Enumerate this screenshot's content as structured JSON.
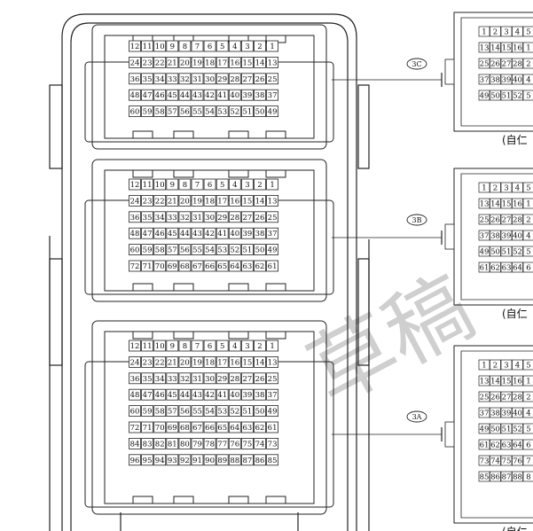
{
  "watermark": "草稿",
  "connectors": [
    {
      "label": "3C",
      "rows": [
        [
          "12",
          "11",
          "10",
          "9",
          "8",
          "7",
          "6",
          "5",
          "4",
          "3",
          "2",
          "1"
        ],
        [
          "24",
          "23",
          "22",
          "21",
          "20",
          "19",
          "18",
          "17",
          "16",
          "15",
          "14",
          "13"
        ],
        [
          "36",
          "35",
          "34",
          "33",
          "32",
          "31",
          "30",
          "29",
          "28",
          "27",
          "26",
          "25"
        ],
        [
          "48",
          "47",
          "46",
          "45",
          "44",
          "43",
          "42",
          "41",
          "40",
          "39",
          "38",
          "37"
        ],
        [
          "60",
          "59",
          "58",
          "57",
          "56",
          "55",
          "54",
          "53",
          "52",
          "51",
          "50",
          "49"
        ]
      ],
      "side_rows": [
        [
          "1",
          "2",
          "3",
          "4",
          "5"
        ],
        [
          "13",
          "14",
          "15",
          "16",
          "1"
        ],
        [
          "25",
          "26",
          "27",
          "28",
          "2"
        ],
        [
          "37",
          "38",
          "39",
          "40",
          "4"
        ],
        [
          "49",
          "50",
          "51",
          "52",
          "5"
        ]
      ],
      "side_note": "(自仁"
    },
    {
      "label": "3B",
      "rows": [
        [
          "12",
          "11",
          "10",
          "9",
          "8",
          "7",
          "6",
          "5",
          "4",
          "3",
          "2",
          "1"
        ],
        [
          "24",
          "23",
          "22",
          "21",
          "20",
          "19",
          "18",
          "17",
          "16",
          "15",
          "14",
          "13"
        ],
        [
          "36",
          "35",
          "34",
          "33",
          "32",
          "31",
          "30",
          "29",
          "28",
          "27",
          "26",
          "25"
        ],
        [
          "48",
          "47",
          "46",
          "45",
          "44",
          "43",
          "42",
          "41",
          "40",
          "39",
          "38",
          "37"
        ],
        [
          "60",
          "59",
          "58",
          "57",
          "56",
          "55",
          "54",
          "53",
          "52",
          "51",
          "50",
          "49"
        ],
        [
          "72",
          "71",
          "70",
          "69",
          "68",
          "67",
          "66",
          "65",
          "64",
          "63",
          "62",
          "61"
        ]
      ],
      "side_rows": [
        [
          "1",
          "2",
          "3",
          "4",
          "5"
        ],
        [
          "13",
          "14",
          "15",
          "16",
          "1"
        ],
        [
          "25",
          "26",
          "27",
          "28",
          "2"
        ],
        [
          "37",
          "38",
          "39",
          "40",
          "4"
        ],
        [
          "49",
          "50",
          "51",
          "52",
          "5"
        ],
        [
          "61",
          "62",
          "63",
          "64",
          "6"
        ]
      ],
      "side_note": "(自仁"
    },
    {
      "label": "3A",
      "rows": [
        [
          "12",
          "11",
          "10",
          "9",
          "8",
          "7",
          "6",
          "5",
          "4",
          "3",
          "2",
          "1"
        ],
        [
          "24",
          "23",
          "22",
          "21",
          "20",
          "19",
          "18",
          "17",
          "16",
          "15",
          "14",
          "13"
        ],
        [
          "36",
          "35",
          "34",
          "33",
          "32",
          "31",
          "30",
          "29",
          "28",
          "27",
          "26",
          "25"
        ],
        [
          "48",
          "47",
          "46",
          "45",
          "44",
          "43",
          "42",
          "41",
          "40",
          "39",
          "38",
          "37"
        ],
        [
          "60",
          "59",
          "58",
          "57",
          "56",
          "55",
          "54",
          "53",
          "52",
          "51",
          "50",
          "49"
        ],
        [
          "72",
          "71",
          "70",
          "69",
          "68",
          "67",
          "66",
          "65",
          "64",
          "63",
          "62",
          "61"
        ],
        [
          "84",
          "83",
          "82",
          "81",
          "80",
          "79",
          "78",
          "77",
          "76",
          "75",
          "74",
          "73"
        ],
        [
          "96",
          "95",
          "94",
          "93",
          "92",
          "91",
          "90",
          "89",
          "88",
          "87",
          "86",
          "85"
        ]
      ],
      "side_rows": [
        [
          "1",
          "2",
          "3",
          "4",
          "5"
        ],
        [
          "13",
          "14",
          "15",
          "16",
          "1"
        ],
        [
          "25",
          "26",
          "27",
          "28",
          "2"
        ],
        [
          "37",
          "38",
          "39",
          "40",
          "4"
        ],
        [
          "49",
          "50",
          "51",
          "52",
          "5"
        ],
        [
          "61",
          "62",
          "63",
          "64",
          "6"
        ],
        [
          "73",
          "74",
          "75",
          "76",
          "7"
        ],
        [
          "85",
          "86",
          "87",
          "88",
          "8"
        ]
      ],
      "side_note": "(自仁"
    }
  ]
}
